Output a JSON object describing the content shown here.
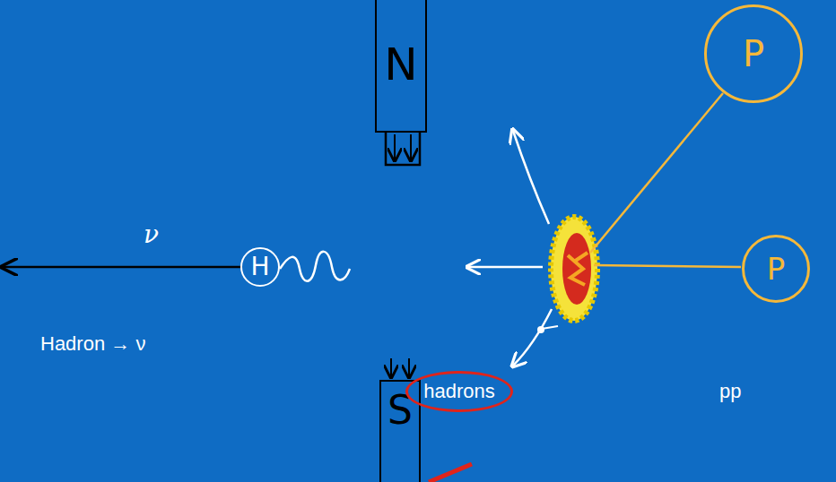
{
  "diagram": {
    "nodes": [
      {
        "text": [
          "N"
        ]
      },
      {
        "text": [
          "P"
        ]
      },
      {
        "text": [
          "H"
        ]
      },
      {
        "text": [
          "P"
        ]
      },
      {
        "text": [
          "S"
        ]
      },
      {
        "text": [
          "hadrons"
        ]
      }
    ],
    "labels": [
      "ν",
      "Hadron → ν",
      "pp"
    ]
  }
}
